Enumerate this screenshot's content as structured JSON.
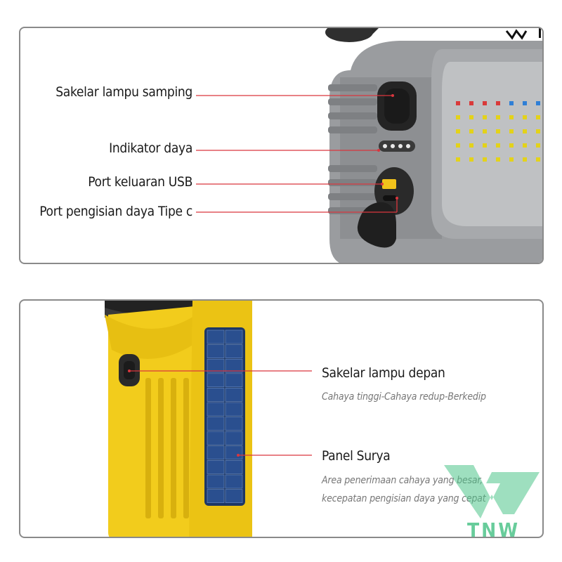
{
  "top_panel": {
    "labels": {
      "side_switch": "Sakelar lampu samping",
      "power_indicator": "Indikator daya",
      "usb_output": "Port keluaran USB",
      "typec_port": "Port pengisian daya Tipe c"
    }
  },
  "bottom_panel": {
    "front_switch": {
      "title": "Sakelar lampu depan",
      "desc": "Cahaya tinggi-Cahaya redup-Berkedip"
    },
    "solar_panel": {
      "title": "Panel Surya",
      "desc_line1": "Area penerimaan cahaya yang besar,",
      "desc_line2": "kecepatan pengisian daya yang cepat"
    }
  },
  "watermark": {
    "text": "TNW",
    "color": "#4ec48a"
  },
  "colors": {
    "callout_line": "#d9363e",
    "device_gray": "#8f9194",
    "device_yellow": "#f2cc1c",
    "led_yellow": "#e3d21a",
    "led_red": "#d93a3a",
    "led_blue": "#2f7fd6",
    "solar_blue": "#2a4f8f"
  }
}
